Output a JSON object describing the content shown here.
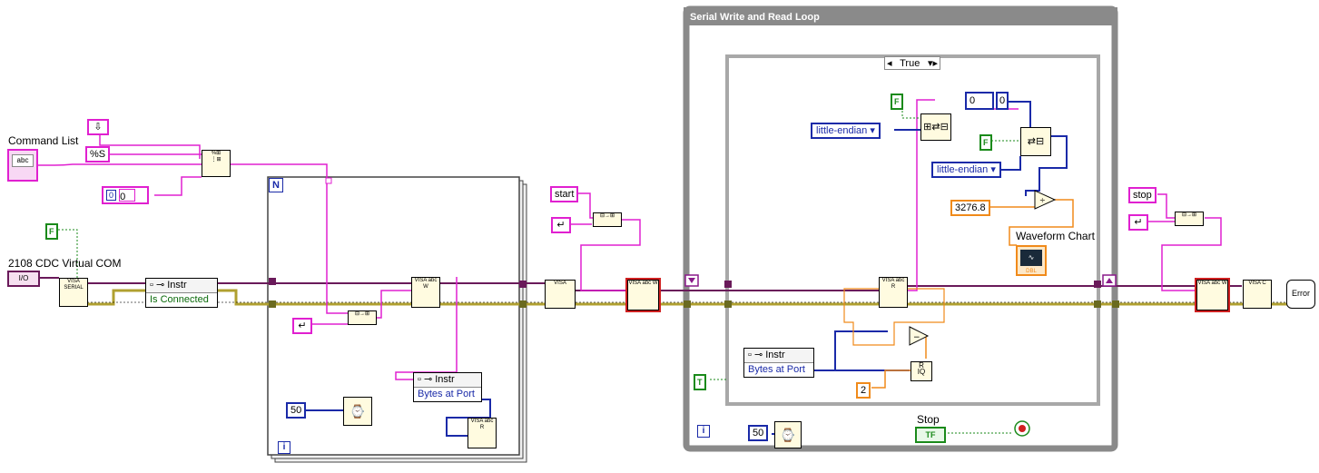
{
  "command_list": {
    "label": "Command List",
    "icon": "abc"
  },
  "format_const": "%S",
  "index_const": "0",
  "false_const": "F",
  "true_const": "T",
  "visa_resource_label": "2108 CDC Virtual COM",
  "visa_resource_icon": "I/O",
  "property_node_1": {
    "class": "Instr",
    "property": "Is Connected"
  },
  "property_node_2": {
    "class": "Instr",
    "property": "Bytes at Port"
  },
  "property_node_3": {
    "class": "Instr",
    "property": "Bytes at Port"
  },
  "for_loop_count": "N",
  "for_loop_index": "i",
  "wait_ms_1": "50",
  "start_const": "start",
  "stop_const": "stop",
  "while_loop_title": "Serial Write and Read Loop",
  "case_selector": "True",
  "endian_1": "little-endian",
  "endian_2": "little-endian",
  "array_const": "0",
  "array_index": "0",
  "scale_const": "3276.8",
  "chart_label": "Waveform Chart",
  "chart_icon": "DBL",
  "two_const": "2",
  "wait_ms_2": "50",
  "while_index": "i",
  "stop_label": "Stop",
  "stop_tf": "TF",
  "error_icon": "Error",
  "visa_serial_icon": "VISA SERIAL",
  "visa_write_icon": "VISA abc W",
  "visa_read_icon": "VISA abc R",
  "visa_close_icon": "VISA C",
  "visa_flush_icon": "VISA",
  "colors": {
    "string_wire": "#e020d0",
    "numeric_wire": "#1a2aa8",
    "dbl_wire": "#f08a1a",
    "bool_wire": "#1a8a1a",
    "error_wire": "#b0a030",
    "visa_wire": "#6a1a5a"
  }
}
